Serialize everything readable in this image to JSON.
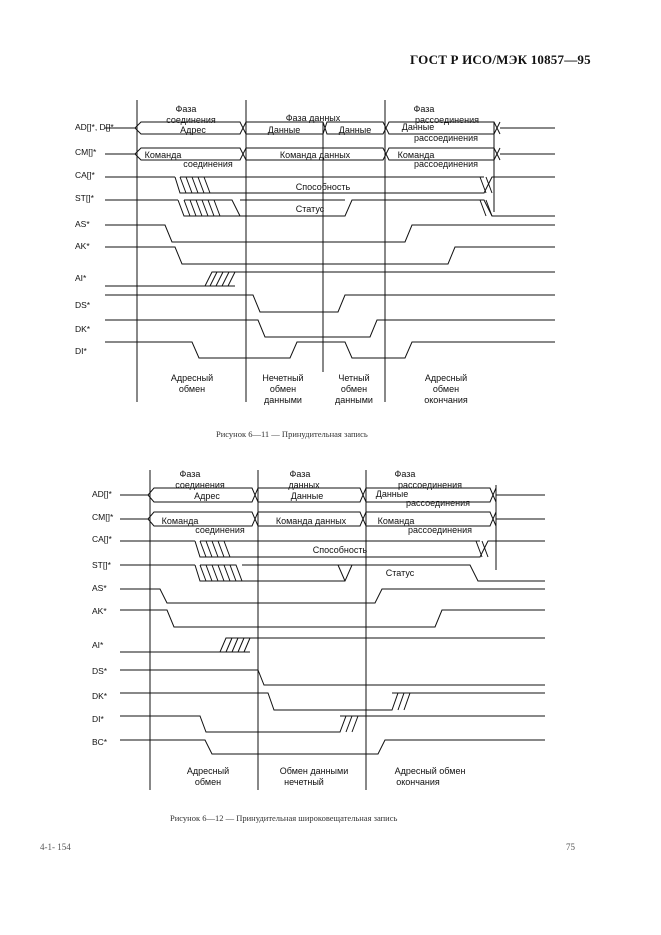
{
  "header": {
    "title": "ГОСТ Р ИСО/МЭК 10857—95"
  },
  "figure1": {
    "phases": [
      "Фаза",
      "соединения",
      "Фаза данных",
      "Фаза",
      "рассоединения"
    ],
    "signals": [
      "AD[]*, D[]*",
      "CM[]*",
      "CA[]*",
      "ST[]*",
      "AS*",
      "AK*",
      "AI*",
      "DS*",
      "DK*",
      "DI*"
    ],
    "fields": {
      "adres": "Адрес",
      "dannye1": "Данные",
      "dannye2": "Данные",
      "dannye_ras_1": "Данные",
      "dannye_ras_2": "рассоединения",
      "komanda_1": "Команда",
      "komanda_2": "соединения",
      "komanda_dannyh": "Команда данных",
      "komanda_ras_1": "Команда",
      "komanda_ras_2": "рассоединения",
      "sposobnost": "Способность",
      "status": "Статус"
    },
    "bottom": {
      "b1": [
        "Адресный",
        "обмен"
      ],
      "b2": [
        "Нечетный",
        "обмен",
        "данными"
      ],
      "b3": [
        "Четный",
        "обмен",
        "данными"
      ],
      "b4": [
        "Адресный",
        "обмен",
        "окончания"
      ]
    },
    "caption": "Рисунок 6—11 — Принудительная запись"
  },
  "figure2": {
    "phases": [
      "Фаза",
      "соединения",
      "Фаза",
      "данных",
      "Фаза",
      "рассоединения"
    ],
    "signals": [
      "AD[]*",
      "CM[]*",
      "CA[]*",
      "ST[]*",
      "AS*",
      "AK*",
      "AI*",
      "DS*",
      "DK*",
      "DI*",
      "BC*"
    ],
    "fields": {
      "adres": "Адрес",
      "dannye": "Данные",
      "dannye_ras_1": "Данные",
      "dannye_ras_2": "рассоединения",
      "komanda_1": "Команда",
      "komanda_2": "соединения",
      "komanda_dannyh": "Команда данных",
      "komanda_ras_1": "Команда",
      "komanda_ras_2": "рассоединения",
      "sposobnost": "Способность",
      "status": "Статус"
    },
    "bottom": {
      "b1": [
        "Адресный",
        "обмен"
      ],
      "b2": [
        "Обмен данными",
        "нечетный"
      ],
      "b3": [
        "Адресный обмен",
        "окончания"
      ]
    },
    "caption": "Рисунок 6—12 — Принудительная широковещательная запись"
  },
  "footer": {
    "left": "4-1- 154",
    "page": "75"
  }
}
